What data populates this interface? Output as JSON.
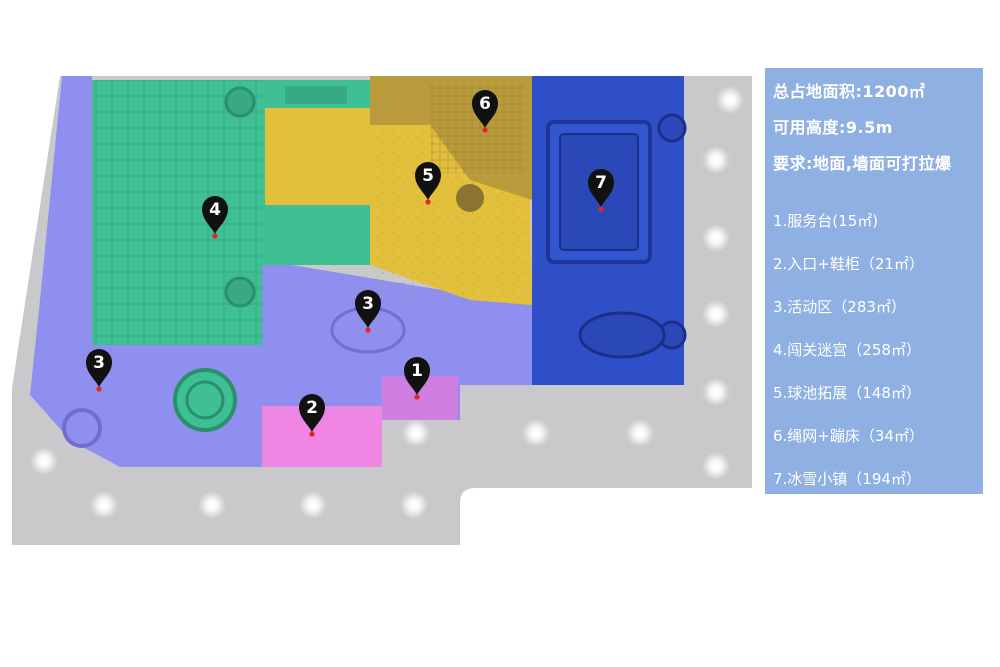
{
  "info_panel": {
    "total_area": "总占地面积:1200㎡",
    "usable_height": "可用高度:9.5m",
    "requirement": "要求:地面,墙面可打拉爆"
  },
  "zones": [
    {
      "number": "1",
      "label": "1.服务台(15㎡)",
      "color": "#cf7fe0"
    },
    {
      "number": "2",
      "label": "2.入口+鞋柜（21㎡）",
      "color": "#ef86e3"
    },
    {
      "number": "3",
      "label": "3.活动区（283㎡）",
      "color": "#8f8ff0"
    },
    {
      "number": "4",
      "label": "4.闯关迷宫（258㎡）",
      "color": "#3fbf94"
    },
    {
      "number": "5",
      "label": "5.球池拓展（148㎡）",
      "color": "#e3c03c"
    },
    {
      "number": "6",
      "label": "6.绳网+蹦床（34㎡）",
      "color": "#b99b3c"
    },
    {
      "number": "7",
      "label": "7.冰雪小镇（194㎡）",
      "color": "#2f4fc8"
    }
  ],
  "markers": [
    {
      "number": "1"
    },
    {
      "number": "2"
    },
    {
      "number": "3"
    },
    {
      "number": "3"
    },
    {
      "number": "4"
    },
    {
      "number": "5"
    },
    {
      "number": "6"
    },
    {
      "number": "7"
    }
  ]
}
